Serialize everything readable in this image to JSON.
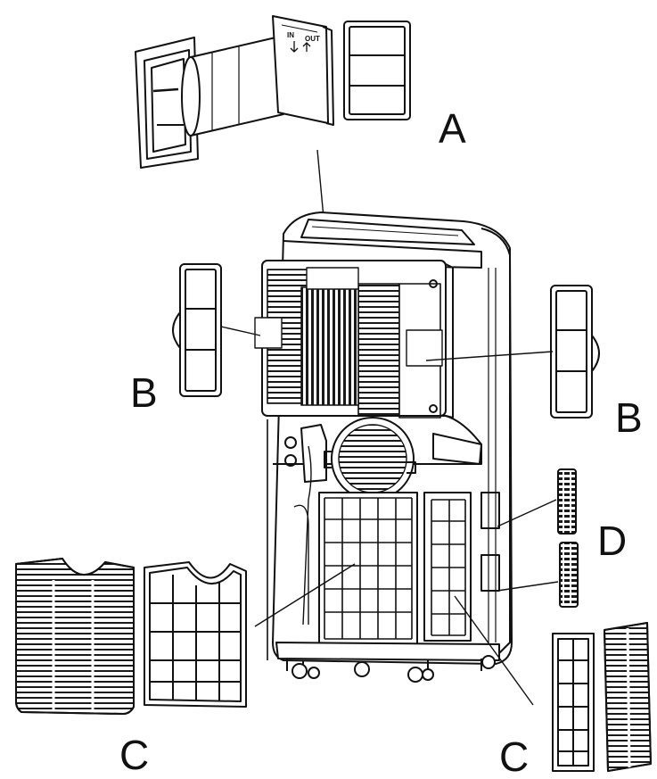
{
  "labels": {
    "a": "A",
    "b_left": "B",
    "b_right": "B",
    "c_left": "C",
    "c_right": "C",
    "d": "D"
  },
  "sleeve_markings": {
    "in": "IN",
    "out": "OUT"
  },
  "colors": {
    "line": "#111111",
    "fill": "#ffffff",
    "shade": "#e6e6e6",
    "dark": "#333333"
  }
}
